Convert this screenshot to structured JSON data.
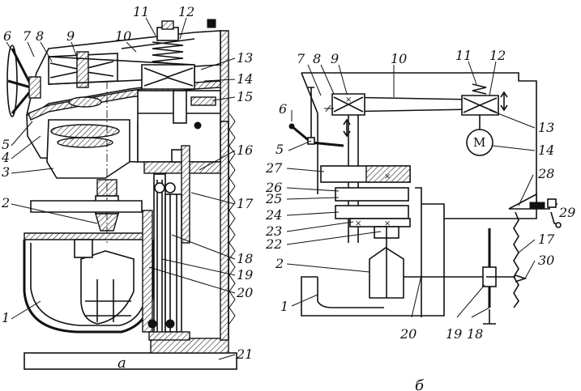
{
  "panel_a": {
    "caption": "а",
    "labels": {
      "n1": "1",
      "n2": "2",
      "n3": "3",
      "n4": "4",
      "n5": "5",
      "n6": "6",
      "n7": "7",
      "n8": "8",
      "n9": "9",
      "n10": "10",
      "n11": "11",
      "n12": "12",
      "n13": "13",
      "n14": "14",
      "n15": "15",
      "n16": "16",
      "n17": "17",
      "n18": "18",
      "n19": "19",
      "n20": "20",
      "n21": "21"
    }
  },
  "panel_b": {
    "caption": "б",
    "motor_letter": "М",
    "labels": {
      "n1": "1",
      "n2": "2",
      "n5": "5",
      "n6": "6",
      "n7": "7",
      "n8": "8",
      "n9": "9",
      "n10": "10",
      "n11": "11",
      "n12": "12",
      "n13": "13",
      "n14": "14",
      "n17": "17",
      "n18": "18",
      "n19": "19",
      "n20": "20",
      "n22": "22",
      "n23": "23",
      "n24": "24",
      "n25": "25",
      "n26": "26",
      "n27": "27",
      "n28": "28",
      "n29": "29",
      "n30": "30"
    }
  }
}
